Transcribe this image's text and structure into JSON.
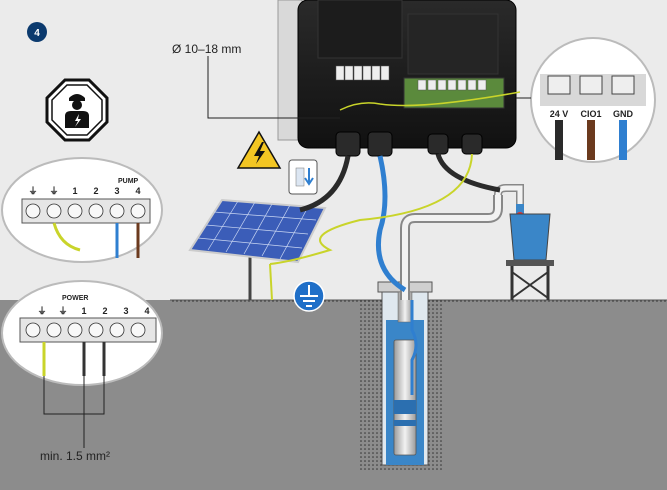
{
  "step_badge": "4",
  "cable_diameter": "Ø 10–18 mm",
  "pump_block": {
    "title": "PUMP",
    "terminals": [
      "⏚",
      "⏚",
      "1",
      "2",
      "3",
      "4"
    ]
  },
  "power_block": {
    "title": "POWER",
    "terminals": [
      "⏚",
      "⏚",
      "1",
      "2",
      "3",
      "4"
    ]
  },
  "control_terminals": [
    "24 V",
    "CIO1",
    "GND"
  ],
  "min_cross_section": "min. 1.5 mm²",
  "colors": {
    "badge": "#0b3a6e",
    "background": "#ebebeb",
    "ground": "#8c8c8c",
    "water": "#3a86c8",
    "warning": "#f3c623",
    "cable_blue": "#2f7fd0",
    "cable_brown": "#6b3a1e",
    "cable_yellow_green": "#c9d42a"
  },
  "icons": [
    "electrician-icon",
    "high-voltage-warning-icon",
    "ground-symbol-icon",
    "switch-icon"
  ]
}
